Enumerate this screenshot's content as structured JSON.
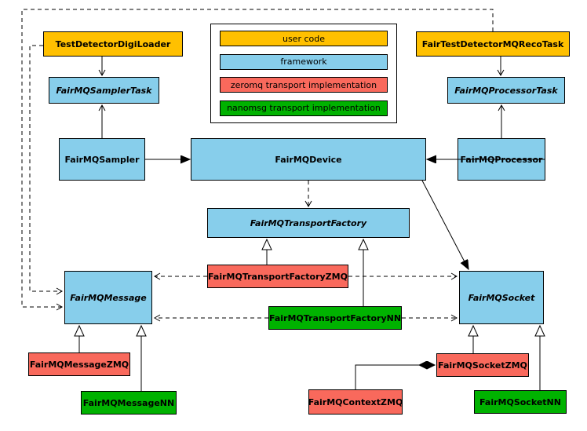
{
  "colors": {
    "user_code": "#FFC000",
    "framework": "#87CEEB",
    "zeromq_impl": "#F9695C",
    "nanomsg_impl": "#00B200",
    "background": "#FFFFFF",
    "line": "#000000"
  },
  "legend": {
    "items": [
      {
        "label": "user code"
      },
      {
        "label": "framework"
      },
      {
        "label": "zeromq transport implementation"
      },
      {
        "label": "nanomsg transport implementation"
      }
    ]
  },
  "nodes": {
    "test_detector_digi_loader": {
      "label": "TestDetectorDigiLoader"
    },
    "fair_test_detector_mq_reco_task": {
      "label": "FairTestDetectorMQRecoTask"
    },
    "fairmq_sampler_task": {
      "label": "FairMQSamplerTask"
    },
    "fairmq_processor_task": {
      "label": "FairMQProcessorTask"
    },
    "fairmq_sampler": {
      "label": "FairMQSampler"
    },
    "fairmq_device": {
      "label": "FairMQDevice"
    },
    "fairmq_processor": {
      "label": "FairMQProcessor"
    },
    "fairmq_transport_factory": {
      "label": "FairMQTransportFactory"
    },
    "fairmq_transport_factory_zmq": {
      "label": "FairMQTransportFactoryZMQ"
    },
    "fairmq_transport_factory_nn": {
      "label": "FairMQTransportFactoryNN"
    },
    "fairmq_message": {
      "label": "FairMQMessage"
    },
    "fairmq_socket": {
      "label": "FairMQSocket"
    },
    "fairmq_message_zmq": {
      "label": "FairMQMessageZMQ"
    },
    "fairmq_message_nn": {
      "label": "FairMQMessageNN"
    },
    "fairmq_context_zmq": {
      "label": "FairMQContextZMQ"
    },
    "fairmq_socket_zmq": {
      "label": "FairMQSocketZMQ"
    },
    "fairmq_socket_nn": {
      "label": "FairMQSocketNN"
    }
  }
}
